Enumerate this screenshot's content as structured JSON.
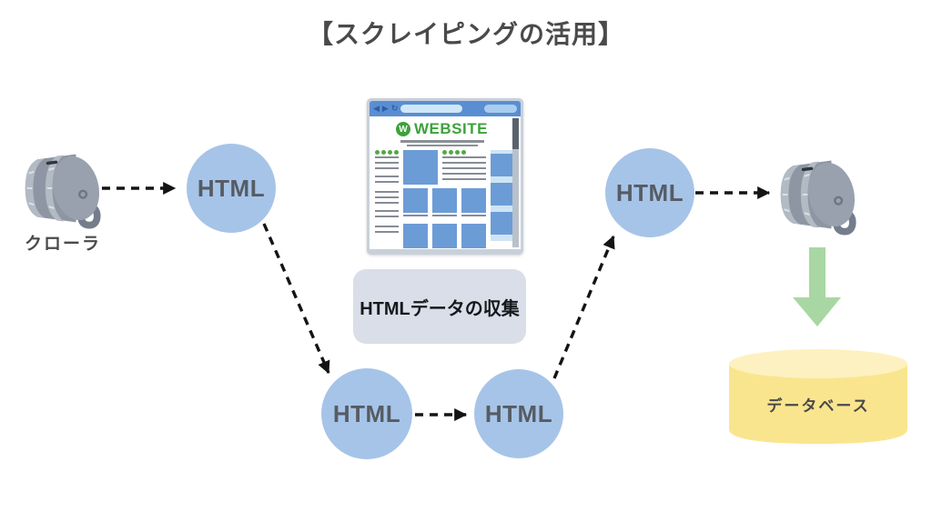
{
  "title": "【スクレイピングの活用】",
  "diagram": {
    "html_node_label": "HTML",
    "crawler_left_label": "クローラ",
    "collection_label": "HTMLデータの収集",
    "database_label": "データベース",
    "website": {
      "logo_letter": "W",
      "title": "WEBSITE"
    }
  },
  "colors": {
    "node_blue": "#a6c4e8",
    "node_text": "#565c64",
    "title_text": "#4a4a4a",
    "collection_bg": "#d9dee8",
    "collection_text": "#16181b",
    "arrow_black": "#141414",
    "green_arrow": "#a9d7a3",
    "db_body": "#fae58f",
    "db_top": "#fdf1c1",
    "db_text": "#4a4a4a",
    "crawler_body": "#8e96a4",
    "crawler_band": "#b2bac4",
    "crawler_face": "#99a1af",
    "browser_bar": "#5a8ed2",
    "website_green": "#3ca23a",
    "site_block_blue": "#6c9cd6",
    "sidebar_blue": "#cfe4f4"
  }
}
